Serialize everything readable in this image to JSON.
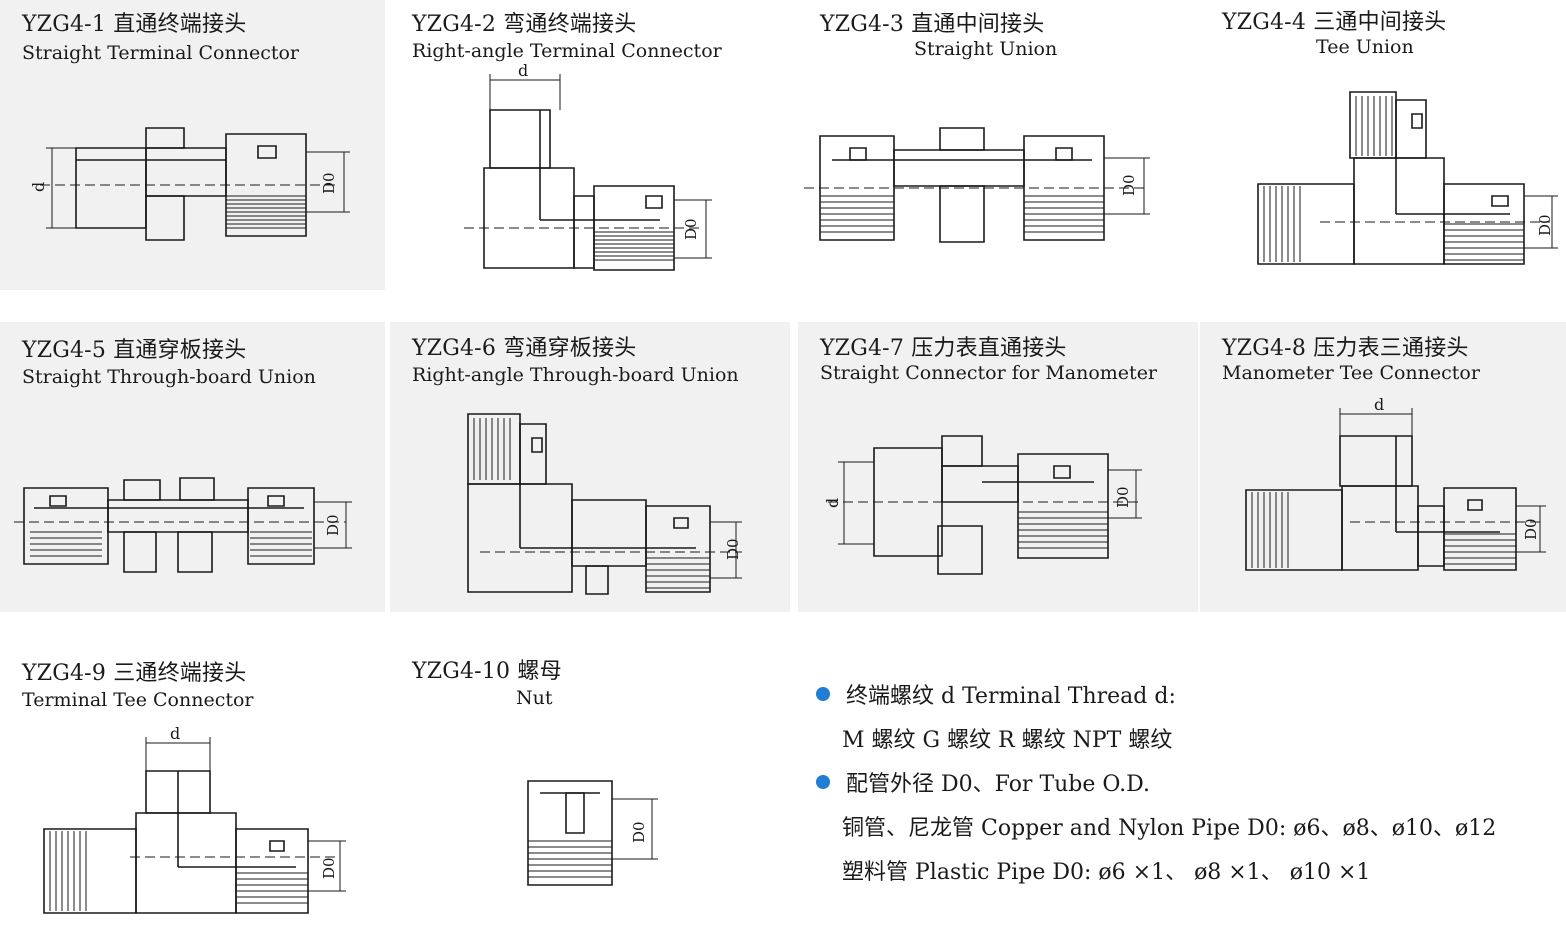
{
  "items": [
    {
      "code": "YZG4-1 直通终端接头",
      "name": "Straight Terminal Connector",
      "d_label": "d",
      "do_label": "D0"
    },
    {
      "code": "YZG4-2 弯通终端接头",
      "name": "Right-angle Terminal Connector",
      "d_label": "d",
      "do_label": "D0"
    },
    {
      "code": "YZG4-3 直通中间接头",
      "name": "Straight Union",
      "do_label": "D0"
    },
    {
      "code": "YZG4-4 三通中间接头",
      "name": "Tee Union",
      "do_label": "D0"
    },
    {
      "code": "YZG4-5 直通穿板接头",
      "name": "Straight Through-board Union",
      "do_label": "D0"
    },
    {
      "code": "YZG4-6 弯通穿板接头",
      "name": "Right-angle Through-board Union",
      "do_label": "D0"
    },
    {
      "code": "YZG4-7 压力表直通接头",
      "name": "Straight Connector for Manometer",
      "d_label": "d",
      "do_label": "D0"
    },
    {
      "code": "YZG4-8 压力表三通接头",
      "name": "Manometer Tee Connector",
      "d_label": "d",
      "do_label": "D0"
    },
    {
      "code": "YZG4-9 三通终端接头",
      "name": "Terminal Tee Connector",
      "d_label": "d",
      "do_label": "D0"
    },
    {
      "code": "YZG4-10 螺母",
      "name": "Nut",
      "do_label": "D0"
    }
  ],
  "notes": {
    "line1": "终端螺纹  d Terminal Thread d:",
    "line2": "M 螺纹   G 螺纹   R 螺纹   NPT 螺纹",
    "line3": "配管外径 D0、For Tube O.D.",
    "line4": "铜管、尼龙管 Copper and Nylon Pipe   D0: ø6、ø8、ø10、ø12",
    "line5": "塑料管 Plastic Pipe D0: ø6 ×1、 ø8 ×1、 ø10 ×1"
  },
  "colors": {
    "bullet": "#1f7fd6",
    "ink": "#1a1a1a",
    "shade": "#f1f1f1"
  }
}
